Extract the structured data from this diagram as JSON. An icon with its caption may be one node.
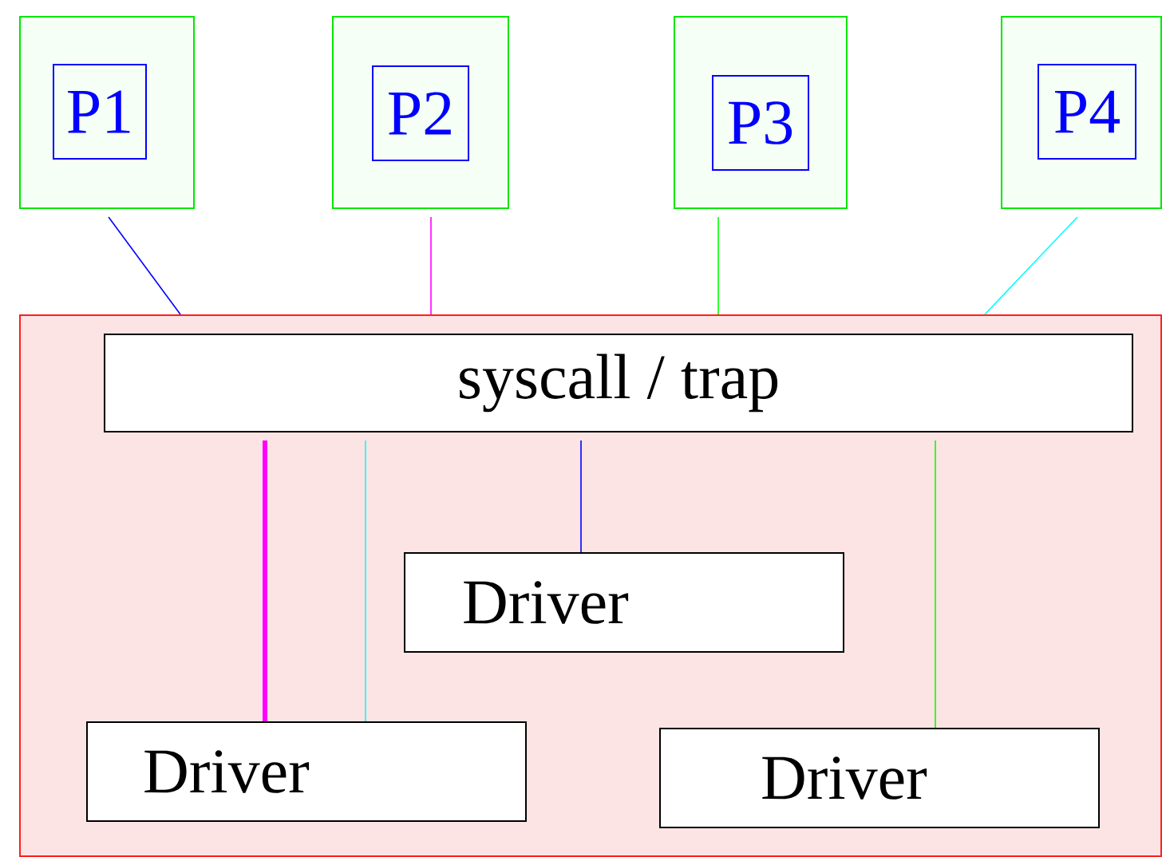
{
  "diagram": {
    "nodes": [
      {
        "text": [],
        "shape": "box"
      },
      {
        "text": [
          "P1"
        ],
        "in": 0
      },
      {
        "text": [],
        "shape": "box"
      },
      {
        "text": [
          "P2"
        ],
        "in": 2
      },
      {
        "text": [],
        "shape": "box"
      },
      {
        "text": [
          "P3"
        ],
        "in": 4
      },
      {
        "text": [],
        "shape": "box"
      },
      {
        "text": [
          "P4"
        ],
        "in": 6
      },
      {
        "text": [],
        "shape": "box"
      },
      {
        "text": [
          "syscall / trap"
        ],
        "in": 8
      },
      {
        "text": [
          "Driver"
        ],
        "in": 8
      },
      {
        "text": [
          "Driver"
        ],
        "in": 8
      },
      {
        "text": [
          "Driver"
        ],
        "in": 8
      }
    ],
    "edges": [
      {
        "from": 0,
        "to": 8,
        "arrow": "none",
        "color": "#0000ff"
      },
      {
        "from": 2,
        "to": 8,
        "arrow": "none",
        "color": "#ff00ff"
      },
      {
        "from": 4,
        "to": 8,
        "arrow": "none",
        "color": "#00ff00"
      },
      {
        "from": 6,
        "to": 8,
        "arrow": "none",
        "color": "#00ffff"
      },
      {
        "from": 9,
        "to": 11,
        "arrow": "none",
        "style": "thick",
        "color": "#ff00ff"
      },
      {
        "from": 9,
        "to": 11,
        "arrow": "none",
        "color": "#00ffff"
      },
      {
        "from": 9,
        "to": 10,
        "arrow": "none",
        "color": "#0000ff"
      },
      {
        "from": 9,
        "to": 12,
        "arrow": "none",
        "color": "#00ff00"
      }
    ]
  }
}
